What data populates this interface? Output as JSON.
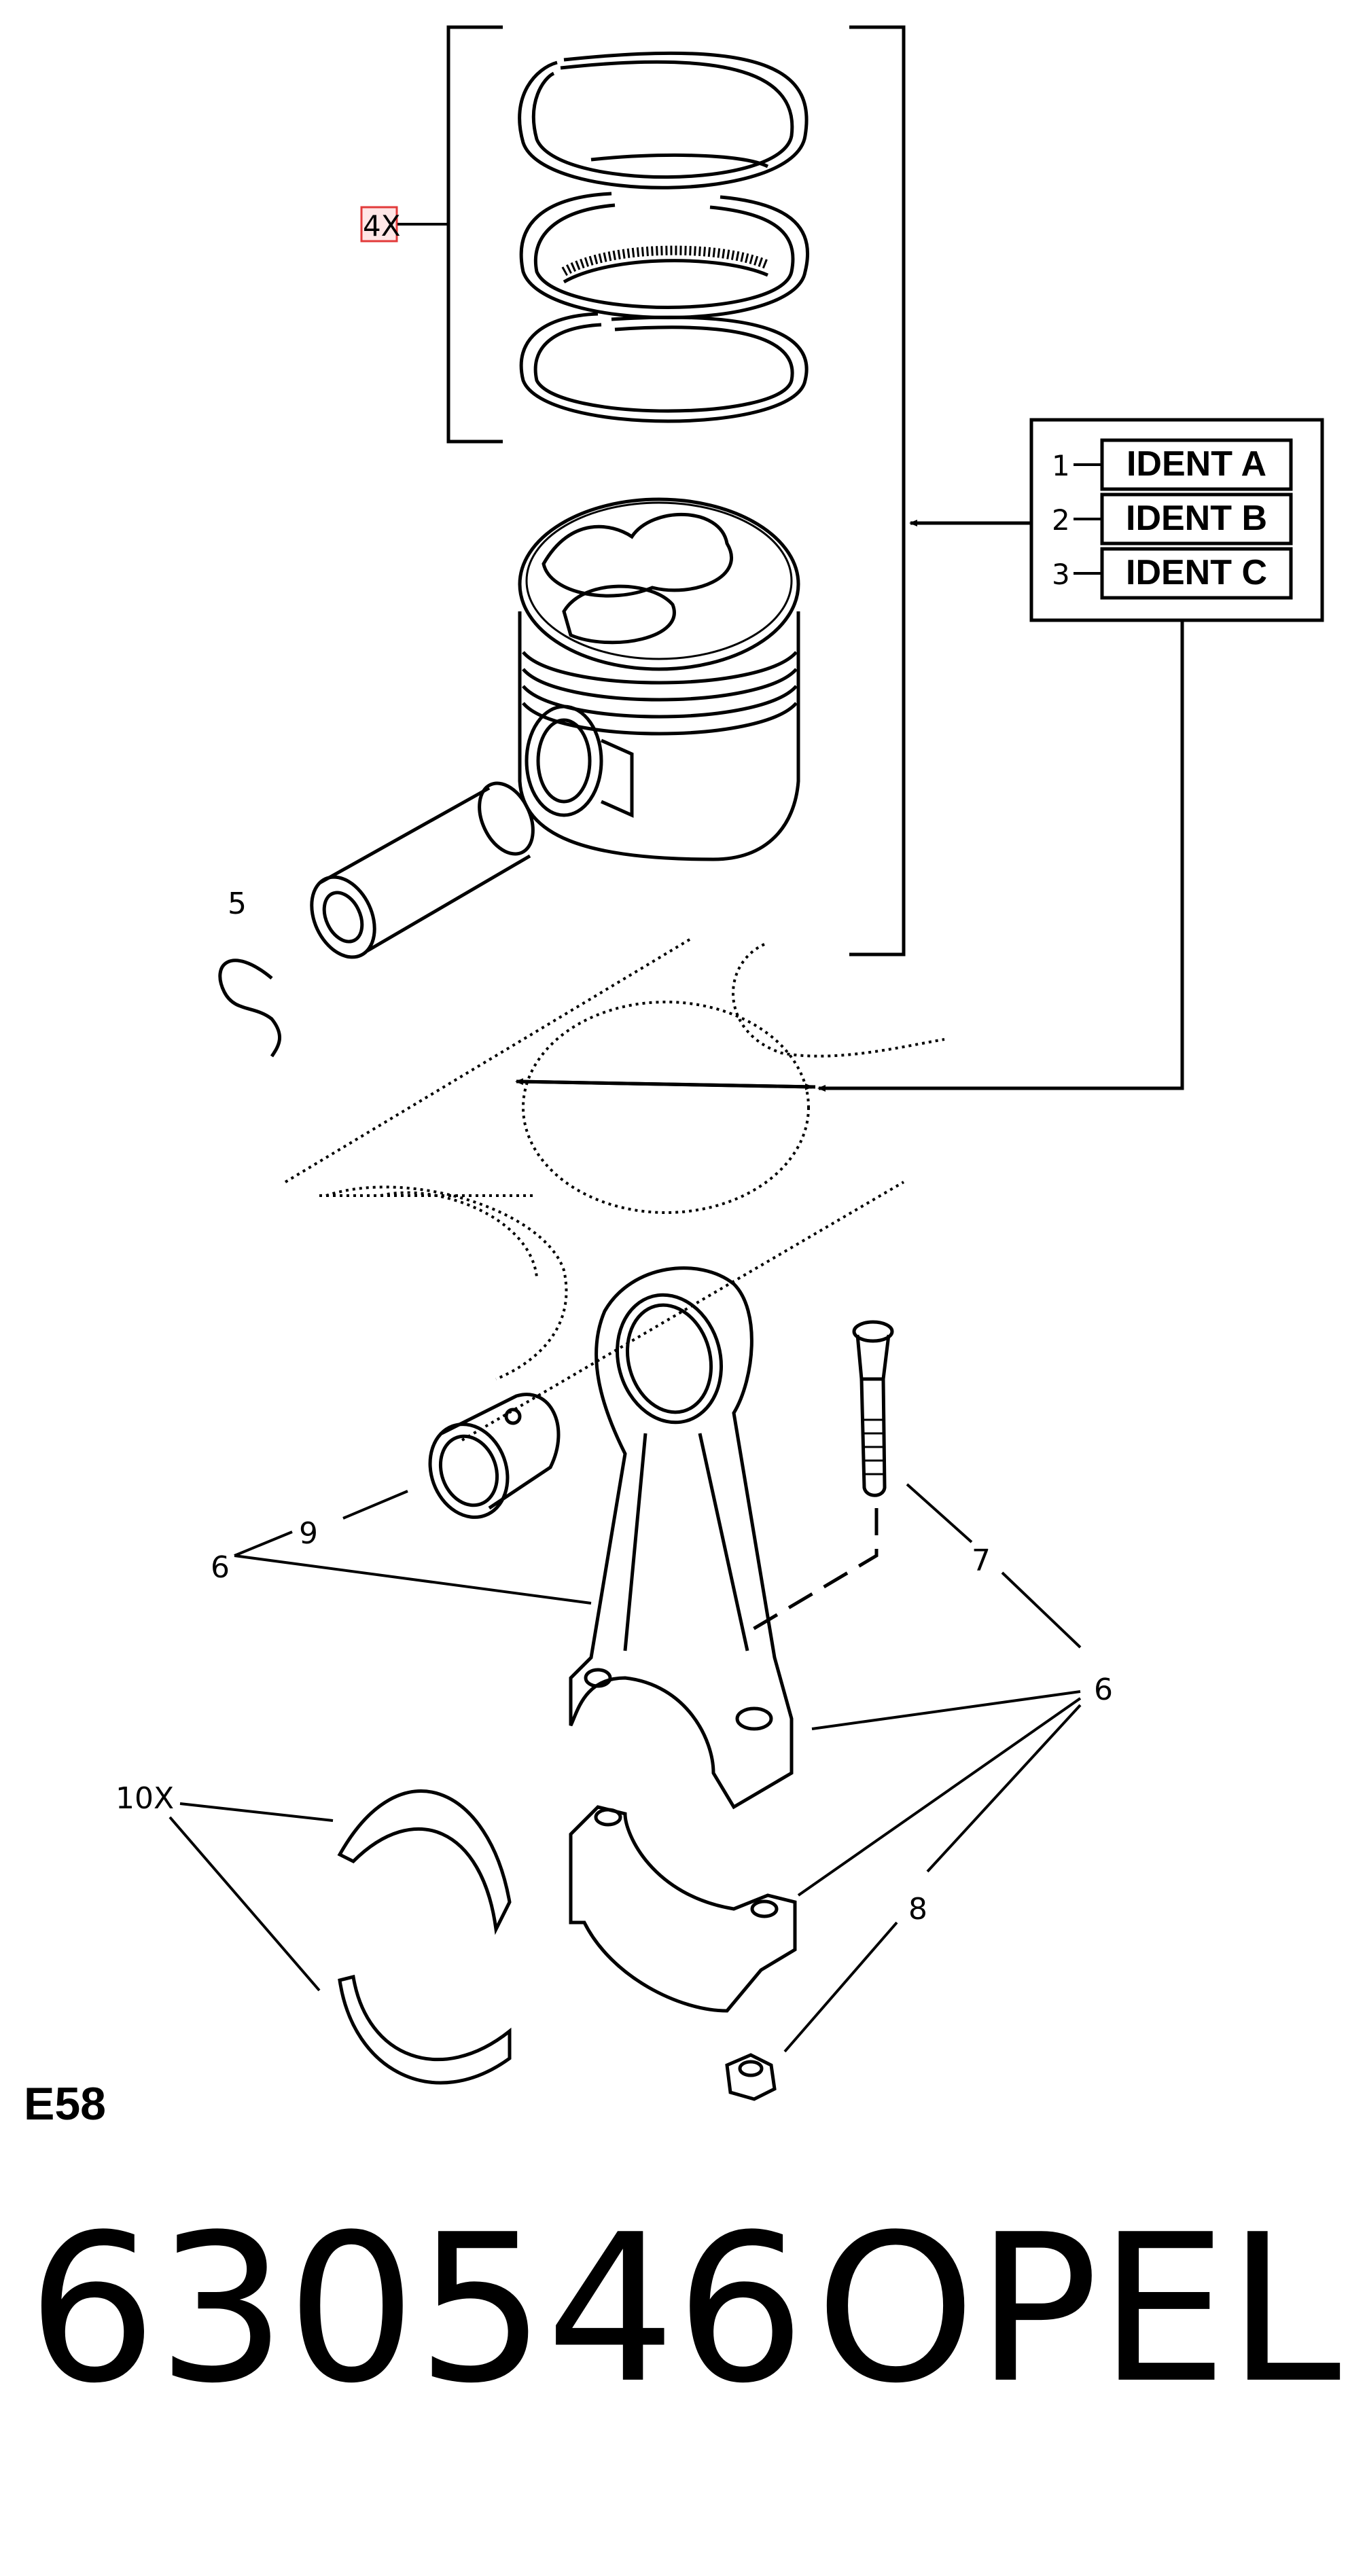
{
  "quantity_label": "4X",
  "ident_table": [
    {
      "number": "1",
      "label": "IDENT A"
    },
    {
      "number": "2",
      "label": "IDENT B"
    },
    {
      "number": "3",
      "label": "IDENT C"
    }
  ],
  "callouts": {
    "snap_ring": "5",
    "conrod_left": "6",
    "bushing": "9",
    "bolt": "7",
    "conrod_right": "6",
    "nut": "8",
    "bearing_qty": "10X"
  },
  "diagram_code": "E58",
  "part_number": "630546",
  "brand": "OPEL"
}
